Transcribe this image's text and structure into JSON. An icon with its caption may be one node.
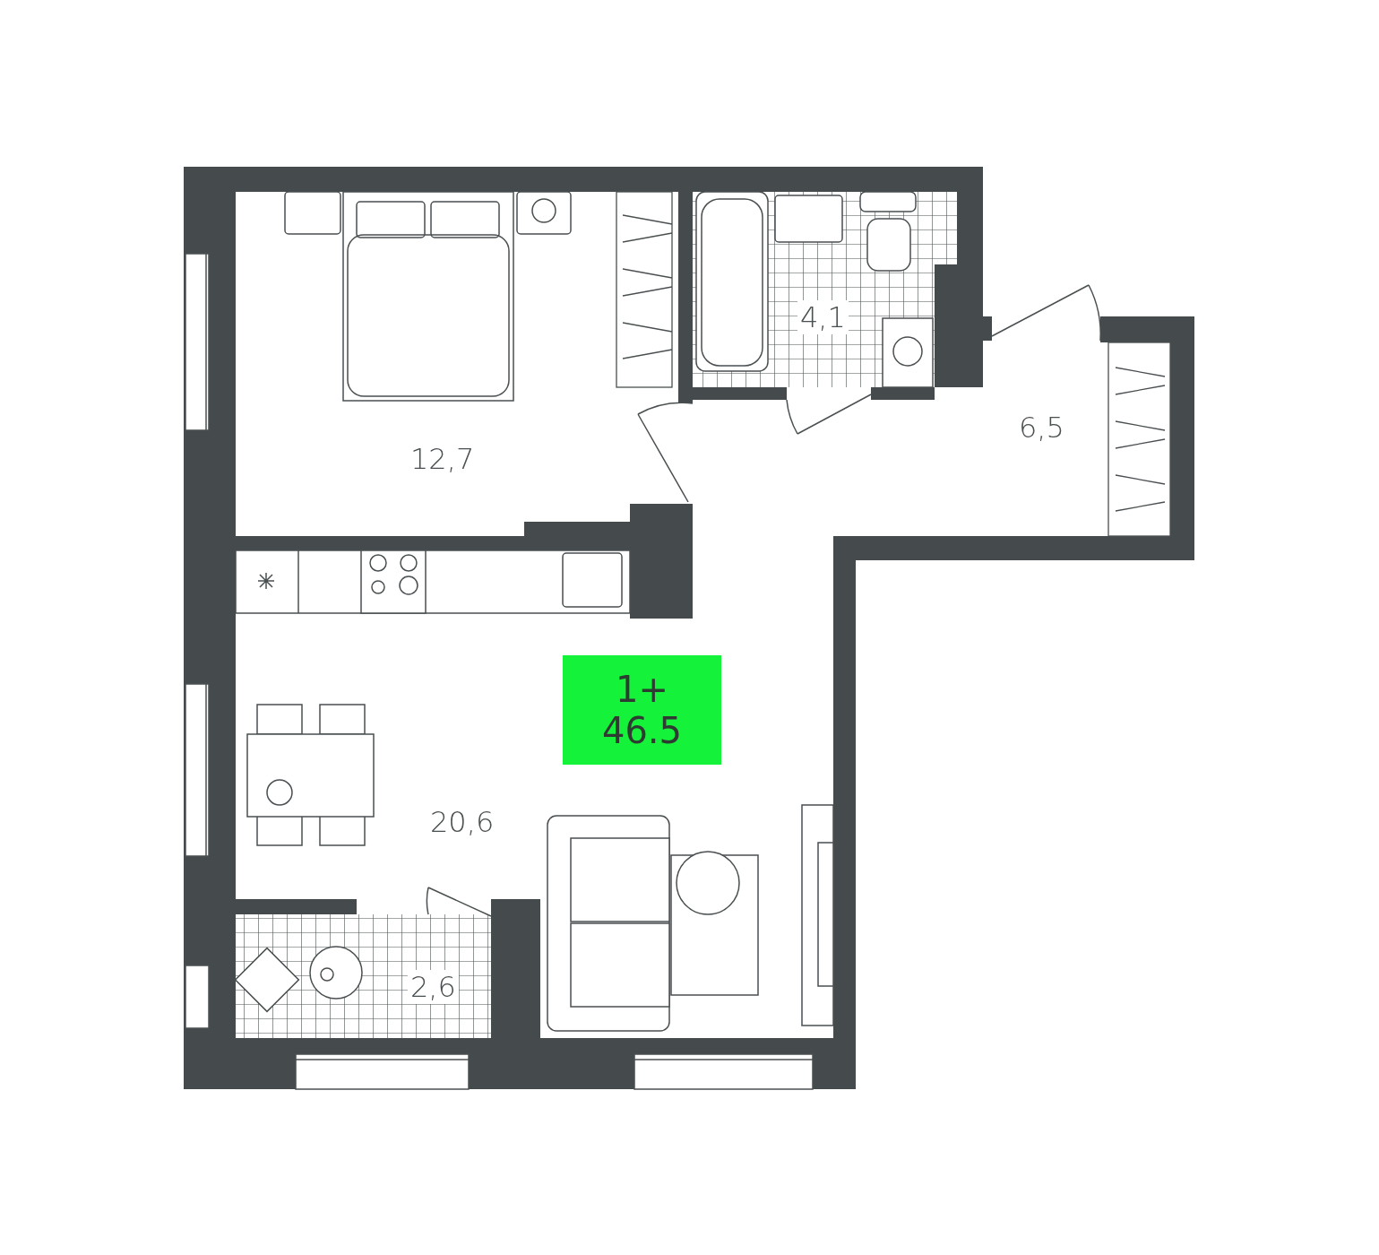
{
  "diagram": {
    "nodes": [
      {
        "text": [
          "1+",
          "46.5"
        ]
      }
    ],
    "edges": [],
    "labels": [
      "4,1",
      "6,5",
      "12,7",
      "20,6",
      "2,6"
    ]
  }
}
